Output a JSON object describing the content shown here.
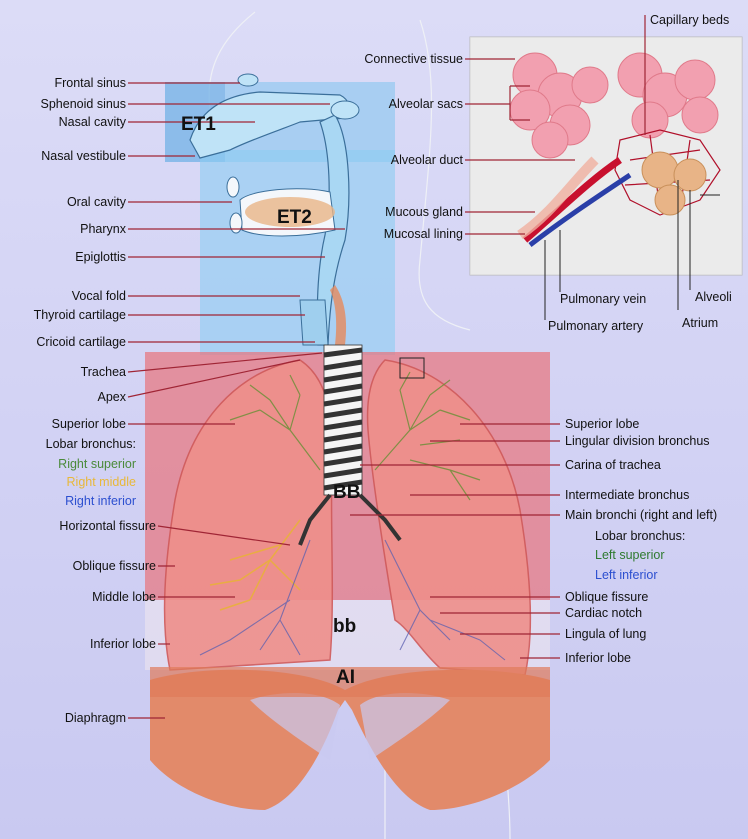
{
  "zones": {
    "et1": "ET1",
    "et2": "ET2",
    "bb_upper": "BB",
    "bb_lower": "bb",
    "ai": "AI"
  },
  "labels_left": {
    "frontal_sinus": "Frontal sinus",
    "sphenoid_sinus": "Sphenoid sinus",
    "nasal_cavity": "Nasal cavity",
    "nasal_vestibule": "Nasal vestibule",
    "oral_cavity": "Oral cavity",
    "pharynx": "Pharynx",
    "epiglottis": "Epiglottis",
    "vocal_fold": "Vocal fold",
    "thyroid_cartilage": "Thyroid cartilage",
    "cricoid_cartilage": "Cricoid cartilage",
    "trachea": "Trachea",
    "apex": "Apex",
    "superior_lobe": "Superior lobe",
    "lobar_bronchus": "Lobar bronchus:",
    "right_superior": "Right superior",
    "right_middle": "Right middle",
    "right_inferior": "Right inferior",
    "horizontal_fissure": "Horizontal fissure",
    "oblique_fissure": "Oblique fissure",
    "middle_lobe": "Middle lobe",
    "inferior_lobe": "Inferior lobe",
    "diaphragm": "Diaphragm"
  },
  "labels_right": {
    "superior_lobe": "Superior lobe",
    "lingular_division_bronchus": "Lingular division bronchus",
    "carina": "Carina of trachea",
    "intermediate_bronchus": "Intermediate bronchus",
    "main_bronchi": "Main bronchi (right and left)",
    "lobar_bronchus": "Lobar bronchus:",
    "left_superior": "Left superior",
    "left_inferior": "Left inferior",
    "oblique_fissure": "Oblique fissure",
    "cardiac_notch": "Cardiac notch",
    "lingula": "Lingula of lung",
    "inferior_lobe": "Inferior lobe"
  },
  "labels_inset": {
    "capillary_beds": "Capillary beds",
    "connective_tissue": "Connective tissue",
    "alveolar_sacs": "Alveolar sacs",
    "alveolar_duct": "Alveolar duct",
    "mucous_gland": "Mucous gland",
    "mucosal_lining": "Mucosal lining",
    "pulmonary_vein": "Pulmonary vein",
    "pulmonary_artery": "Pulmonary artery",
    "alveoli": "Alveoli",
    "atrium": "Atrium"
  },
  "colors": {
    "background": "#d2d2f4",
    "et_overlay": "#7fc4ee",
    "bb_overlay": "#e8747a",
    "lung": "#ec8a86",
    "bronchi_green": "#6f8f3a",
    "bronchi_yellow": "#e8b03a",
    "bronchi_blue": "#3b4fc8",
    "diaphragm": "#e07a5a",
    "label_line": "#a02535",
    "right_superior_text": "#4a8a3a",
    "right_middle_text": "#e8b83a",
    "right_inferior_text": "#2c4fd0",
    "left_superior_text": "#2f7a2f",
    "left_inferior_text": "#2c4fd0"
  }
}
